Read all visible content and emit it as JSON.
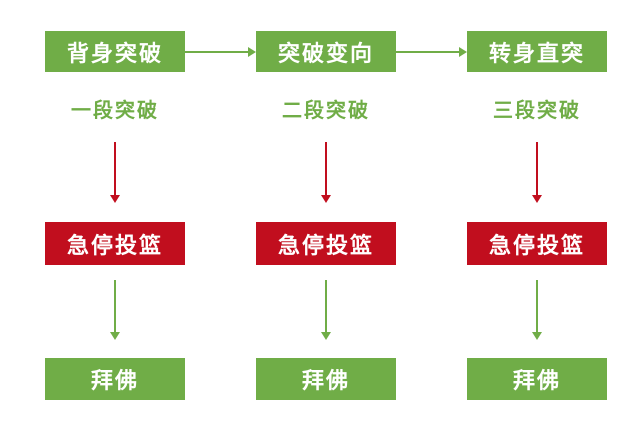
{
  "colors": {
    "green": "#70AD47",
    "red": "#C10E1E",
    "background": "#FFFFFF",
    "box_text": "#FFFFFF"
  },
  "diagram": {
    "title": "basketball-breakthrough-flowchart",
    "columns": [
      {
        "move": "背身突破",
        "stage": "一段突破",
        "stop_jump": "急停投篮",
        "finish": "拜佛"
      },
      {
        "move": "突破变向",
        "stage": "二段突破",
        "stop_jump": "急停投篮",
        "finish": "拜佛"
      },
      {
        "move": "转身直突",
        "stage": "三段突破",
        "stop_jump": "急停投篮",
        "finish": "拜佛"
      }
    ],
    "arrows": {
      "horizontal": [
        {
          "from": "背身突破",
          "to": "突破变向",
          "color": "green",
          "direction": "right"
        },
        {
          "from": "突破变向",
          "to": "转身直突",
          "color": "green",
          "direction": "right"
        }
      ],
      "vertical_stage_to_stop": {
        "color": "red",
        "direction": "down"
      },
      "vertical_stop_to_finish": {
        "color": "green",
        "direction": "down"
      }
    }
  }
}
